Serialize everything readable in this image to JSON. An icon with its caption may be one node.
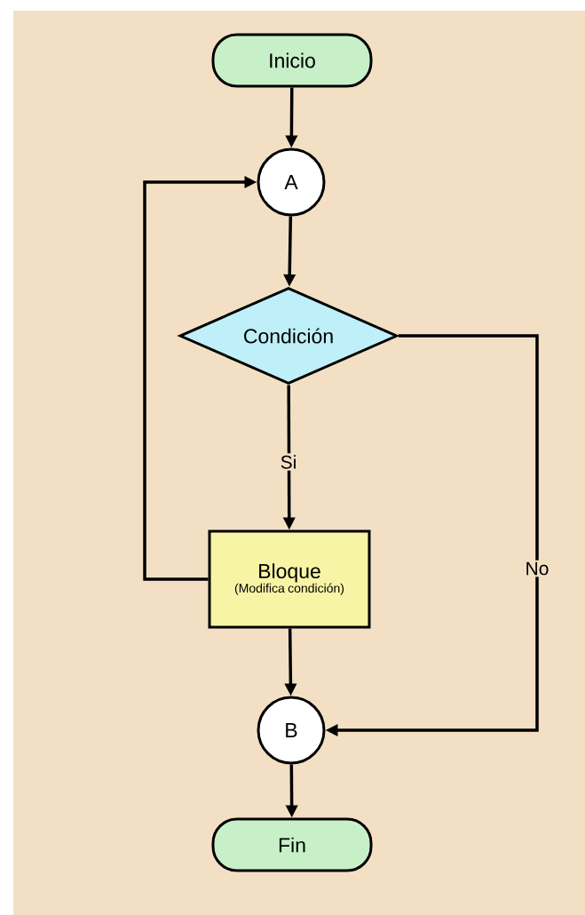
{
  "diagram": {
    "nodes": [
      {
        "text": [
          "Inicio"
        ]
      },
      {
        "text": [
          "A"
        ]
      },
      {
        "text": [
          "Condición"
        ]
      },
      {
        "text": [
          "Bloque",
          "(Modifica condición)"
        ]
      },
      {
        "text": [
          "B"
        ]
      },
      {
        "text": [
          "Fin"
        ]
      }
    ],
    "edges": [
      {
        "from": 0,
        "to": 1,
        "arrow": "to"
      },
      {
        "from": 1,
        "to": 2,
        "arrow": "to"
      },
      {
        "from": 2,
        "to": 3,
        "arrow": "to",
        "label": "Si"
      },
      {
        "from": 3,
        "to": 1,
        "arrow": "to"
      },
      {
        "from": 3,
        "to": 4,
        "arrow": "to"
      },
      {
        "from": 2,
        "to": 4,
        "arrow": "to",
        "label": "No"
      },
      {
        "from": 4,
        "to": 5,
        "arrow": "to"
      }
    ]
  }
}
